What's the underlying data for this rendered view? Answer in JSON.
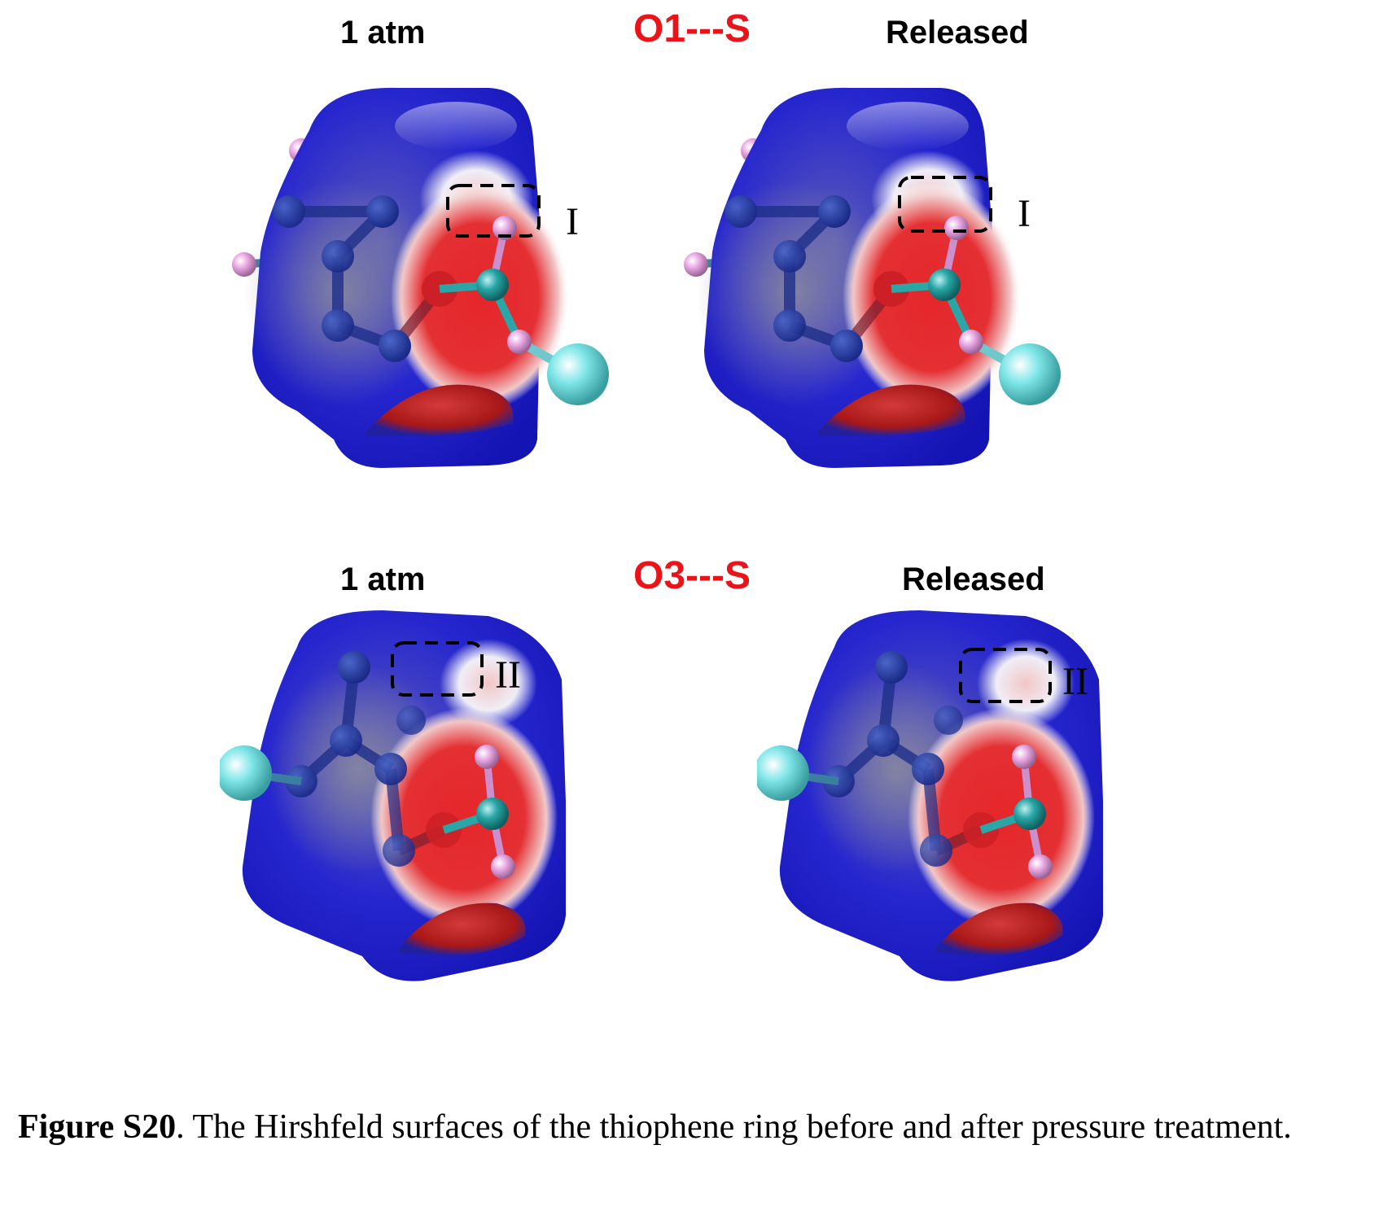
{
  "colors": {
    "title": "#e8141a",
    "surface_blue": "#1f1fd6",
    "surface_red": "#e3262a",
    "hydrogen": "#e9a8e3",
    "carbon": "#2aa6a6",
    "chlorine": "#7fe6e8"
  },
  "rows": [
    {
      "title": "O1---S",
      "left_label": "1 atm",
      "right_label": "Released",
      "marker": "I"
    },
    {
      "title": "O3---S",
      "left_label": "1 atm",
      "right_label": "Released",
      "marker": "II"
    }
  ],
  "caption": {
    "label": "Figure S20",
    "text": ". The Hirshfeld surfaces of the thiophene ring before and after pressure treatment."
  }
}
